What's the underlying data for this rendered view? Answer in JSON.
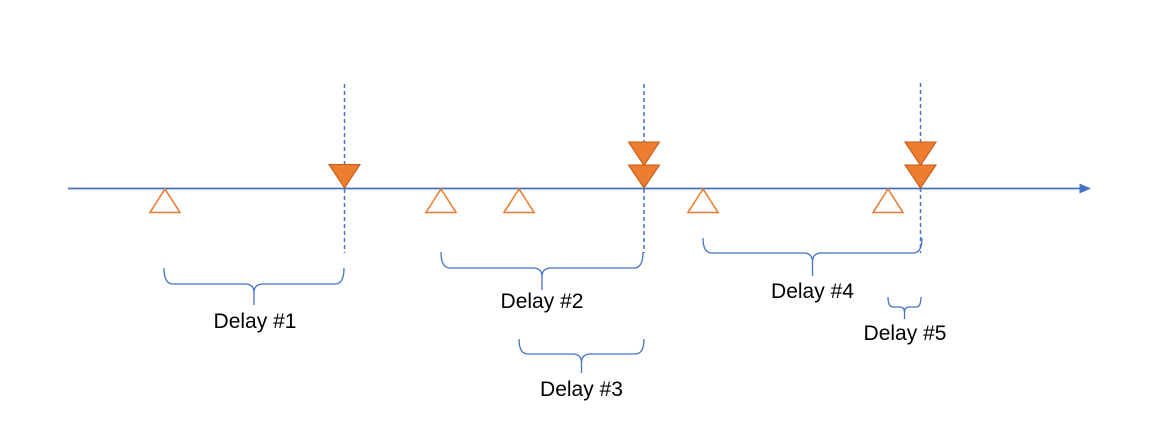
{
  "diagram": {
    "description": "Timeline diagram with five outlined up-triangle event markers below the axis, filled down-triangle markers on three dashed completion lines (counts 1, 2, 2), and five braces indicating delay intervals",
    "timeline": {
      "orientation": "horizontal",
      "direction": "left-to-right"
    },
    "up_triangle_markers": {
      "count": 5,
      "style": "outlined-orange-up-triangle-below-line"
    },
    "down_triangle_groups": [
      {
        "dashed_line": 1,
        "count": 1
      },
      {
        "dashed_line": 2,
        "count": 2
      },
      {
        "dashed_line": 3,
        "count": 2
      }
    ],
    "delays": [
      {
        "label": "Delay #1"
      },
      {
        "label": "Delay #2"
      },
      {
        "label": "Delay #3"
      },
      {
        "label": "Delay #4"
      },
      {
        "label": "Delay #5"
      }
    ]
  },
  "colors": {
    "axis_blue": "#4472C4",
    "marker_orange": "#ED7D31",
    "marker_orange_border": "#C55A11",
    "label_text": "#000000",
    "background": "#FFFFFF"
  }
}
